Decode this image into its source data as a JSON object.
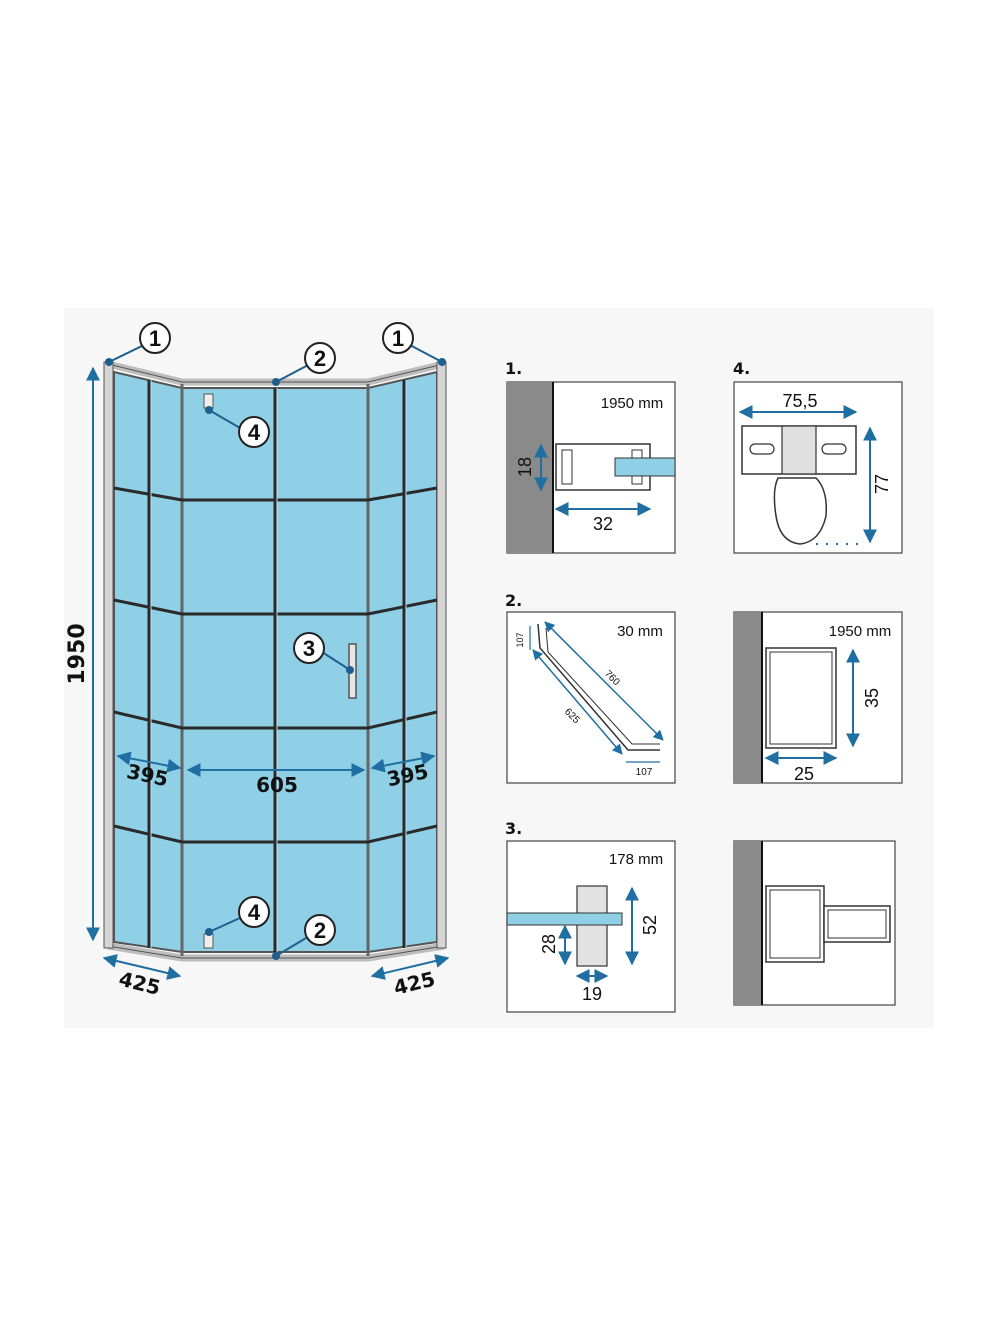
{
  "main_view": {
    "height": "1950",
    "door_width": "605",
    "side_left": "395",
    "side_right": "395",
    "base_left": "425",
    "base_right": "425",
    "callouts": [
      "1",
      "2",
      "3",
      "4"
    ]
  },
  "details": {
    "d1": {
      "label": "1.",
      "length": "1950 mm",
      "dim_a": "18",
      "dim_b": "32"
    },
    "d2": {
      "label": "2.",
      "length": "30 mm",
      "dim_a": "107",
      "dim_b": "760",
      "dim_c": "625",
      "dim_d": "107"
    },
    "d3": {
      "label": "3.",
      "length": "178 mm",
      "dim_a": "52",
      "dim_b": "28",
      "dim_c": "19"
    },
    "d4": {
      "label": "4.",
      "dim_a": "75,5",
      "dim_b": "77"
    },
    "d5": {
      "length": "1950 mm",
      "dim_a": "35",
      "dim_b": "25"
    },
    "d6": {}
  },
  "colors": {
    "glass": "#8fd0e6",
    "frame": "#c8c8c8",
    "wall": "#8a8a8a",
    "dimension": "#1f6fa3",
    "callout": "#1f5f8f"
  }
}
